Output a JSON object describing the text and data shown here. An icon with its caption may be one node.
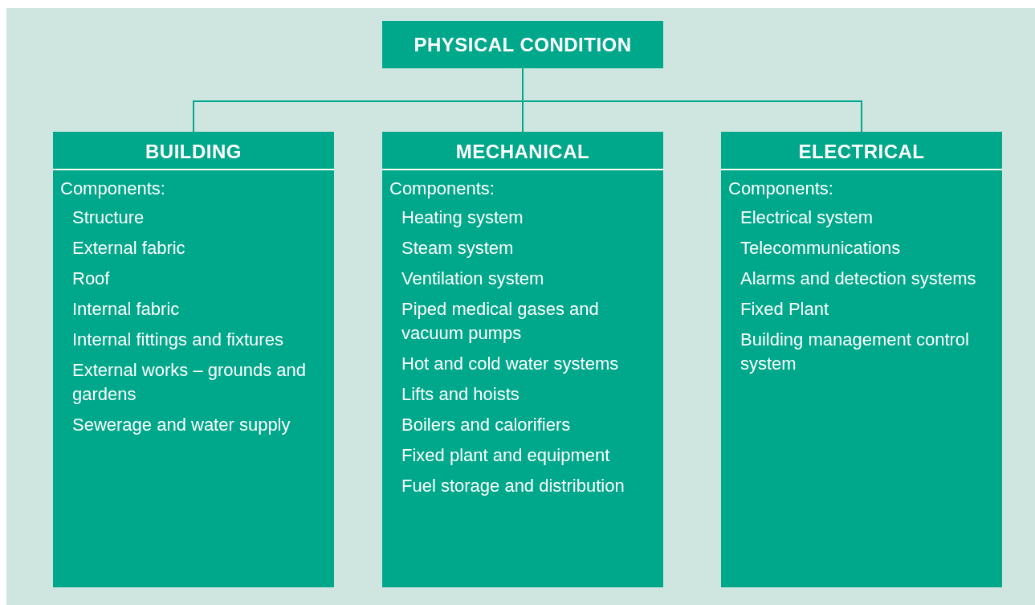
{
  "diagram": {
    "nodes": [
      {
        "text": [
          "PHYSICAL CONDITION"
        ]
      },
      {
        "text": [
          "BUILDING",
          "Components:",
          "Structure",
          "External fabric",
          "Roof",
          "Internal fabric",
          "Internal fittings and fixtures",
          "External works – grounds and gardens",
          "Sewerage and water supply"
        ]
      },
      {
        "text": [
          "MECHANICAL",
          "Components:",
          "Heating system",
          "Steam system",
          "Ventilation system",
          "Piped medical gases and vacuum pumps",
          "Hot and cold water systems",
          "Lifts and hoists",
          "Boilers and calorifiers",
          "Fixed plant and equipment",
          "Fuel storage and distribution"
        ]
      },
      {
        "text": [
          "ELECTRICAL",
          "Components:",
          "Electrical system",
          "Telecommunications",
          "Alarms and detection systems",
          "Fixed Plant",
          "Building management control system"
        ]
      }
    ],
    "edges": [
      {
        "from": 0,
        "to": 1,
        "arrow": "none"
      },
      {
        "from": 0,
        "to": 2,
        "arrow": "none"
      },
      {
        "from": 0,
        "to": 3,
        "arrow": "none"
      }
    ]
  }
}
